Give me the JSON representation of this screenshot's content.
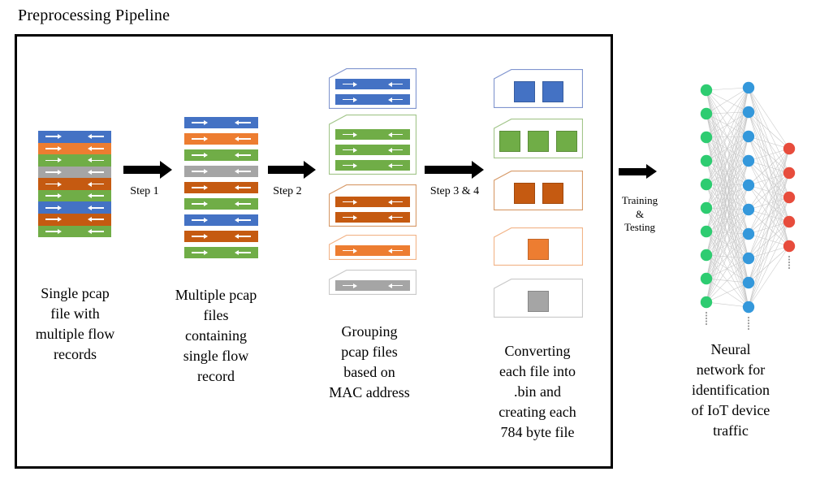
{
  "title": "Preprocessing Pipeline",
  "flow_colors": {
    "blue": "#4472c4",
    "orange": "#ed7d31",
    "green": "#70ad47",
    "gray": "#a5a5a5",
    "darkorange": "#c55a11"
  },
  "outline_colors": {
    "blue": "#8095cf",
    "orange": "#f2b488",
    "green": "#a2c58a",
    "gray": "#c9c9c9",
    "darkorange": "#d79a68"
  },
  "stage1": {
    "bars": [
      "blue",
      "orange",
      "green",
      "gray",
      "darkorange",
      "green",
      "blue",
      "darkorange",
      "green"
    ],
    "caption_lines": [
      "Single pcap",
      "file with",
      "multiple flow",
      "records"
    ]
  },
  "stage2": {
    "bars": [
      "blue",
      "orange",
      "green",
      "gray",
      "darkorange",
      "green",
      "blue",
      "darkorange",
      "green"
    ],
    "caption_lines": [
      "Multiple pcap",
      "files",
      "containing",
      "single flow",
      "record"
    ]
  },
  "stage3": {
    "groups": [
      {
        "color": "blue",
        "count": 2
      },
      {
        "color": "green",
        "count": 3
      },
      {
        "color": "darkorange",
        "count": 2
      },
      {
        "color": "orange",
        "count": 1
      },
      {
        "color": "gray",
        "count": 1
      }
    ],
    "caption_lines": [
      "Grouping",
      "pcap files",
      "based on",
      "MAC address"
    ]
  },
  "stage4": {
    "groups": [
      {
        "color": "blue",
        "count": 2
      },
      {
        "color": "green",
        "count": 3
      },
      {
        "color": "darkorange",
        "count": 2
      },
      {
        "color": "orange",
        "count": 1
      },
      {
        "color": "gray",
        "count": 1
      }
    ],
    "caption_lines": [
      "Converting",
      "each file into",
      ".bin and",
      "creating each",
      "784 byte file"
    ]
  },
  "steps": {
    "step1": "Step 1",
    "step2": "Step 2",
    "step34": "Step 3 & 4",
    "training_lines": [
      "Training",
      "&",
      "Testing"
    ]
  },
  "network": {
    "layer_counts": {
      "input": 10,
      "hidden": 10,
      "output": 5
    },
    "layer_colors": {
      "input": "#2ecc71",
      "hidden": "#3498db",
      "output": "#e74c3c"
    },
    "link_color": "#c7c7c7",
    "caption_lines": [
      "Neural",
      "network for",
      "identification",
      "of IoT device",
      "traffic"
    ]
  }
}
